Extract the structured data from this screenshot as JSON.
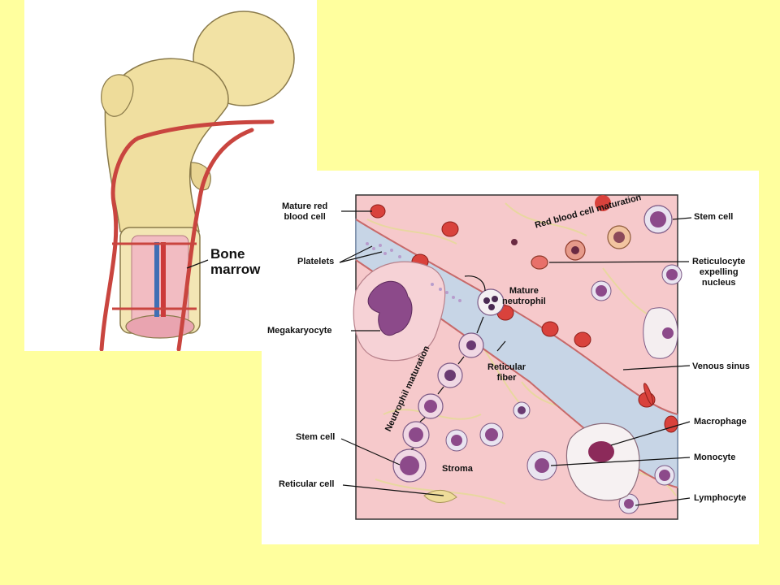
{
  "bone_label": {
    "line1": "Bone",
    "line2": "marrow"
  },
  "labels": {
    "mature_rbc_1": "Mature red",
    "mature_rbc_2": "blood cell",
    "platelets": "Platelets",
    "megakaryocyte": "Megakaryocyte",
    "stem_cell_left": "Stem cell",
    "reticular_cell": "Reticular cell",
    "stem_cell_right": "Stem cell",
    "reticulocyte_1": "Reticulocyte",
    "reticulocyte_2": "expelling",
    "reticulocyte_3": "nucleus",
    "venous_sinus": "Venous sinus",
    "macrophage": "Macrophage",
    "monocyte": "Monocyte",
    "lymphocyte": "Lymphocyte",
    "rbc_maturation": "Red blood cell maturation",
    "mature_neutrophil_1": "Mature",
    "mature_neutrophil_2": "neutrophil",
    "reticular_fiber_1": "Reticular",
    "reticular_fiber_2": "fiber",
    "neutrophil_maturation": "Neutrophil maturation",
    "stroma": "Stroma"
  },
  "colors": {
    "background": "#ffff9e",
    "bone": "#f0e0a8",
    "marrow_tissue": "#f6c6c8",
    "venous_sinus": "#c7d5e6",
    "red_blood_cell": "#d9423c",
    "nucleus": "#7b2a68"
  }
}
